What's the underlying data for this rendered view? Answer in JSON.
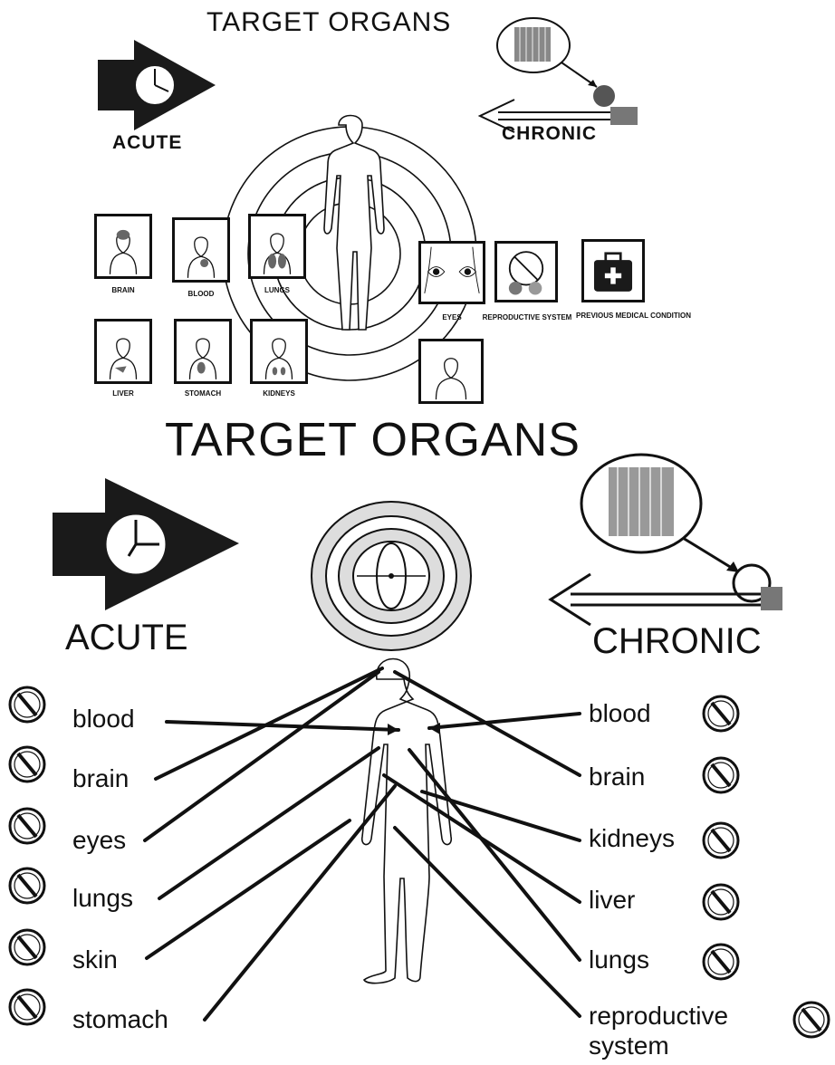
{
  "top_panel": {
    "title": "TARGET ORGANS",
    "acute_label": "ACUTE",
    "chronic_label": "CHRONIC",
    "tiles": [
      {
        "label": "BRAIN",
        "icon": "brain-figure-icon"
      },
      {
        "label": "BLOOD",
        "icon": "blood-figure-icon"
      },
      {
        "label": "LUNGS",
        "icon": "lungs-figure-icon"
      },
      {
        "label": "LIVER",
        "icon": "liver-figure-icon"
      },
      {
        "label": "STOMACH",
        "icon": "stomach-figure-icon"
      },
      {
        "label": "KIDNEYS",
        "icon": "kidneys-figure-icon"
      },
      {
        "label": "EYES",
        "icon": "eyes-icon"
      },
      {
        "label": "REPRODUCTIVE SYSTEM",
        "icon": "reproductive-system-icon"
      },
      {
        "label": "PREVIOUS MEDICAL CONDITION",
        "icon": "medical-kit-icon"
      }
    ]
  },
  "bottom_panel": {
    "title": "TARGET ORGANS",
    "acute_label": "ACUTE",
    "chronic_label": "CHRONIC",
    "acute_organs": [
      "blood",
      "brain",
      "eyes",
      "lungs",
      "skin",
      "stomach"
    ],
    "chronic_organs": [
      "blood",
      "brain",
      "kidneys",
      "liver",
      "lungs",
      "reproductive",
      "system"
    ]
  },
  "colors": {
    "ink": "#111111",
    "paper": "#ffffff"
  }
}
